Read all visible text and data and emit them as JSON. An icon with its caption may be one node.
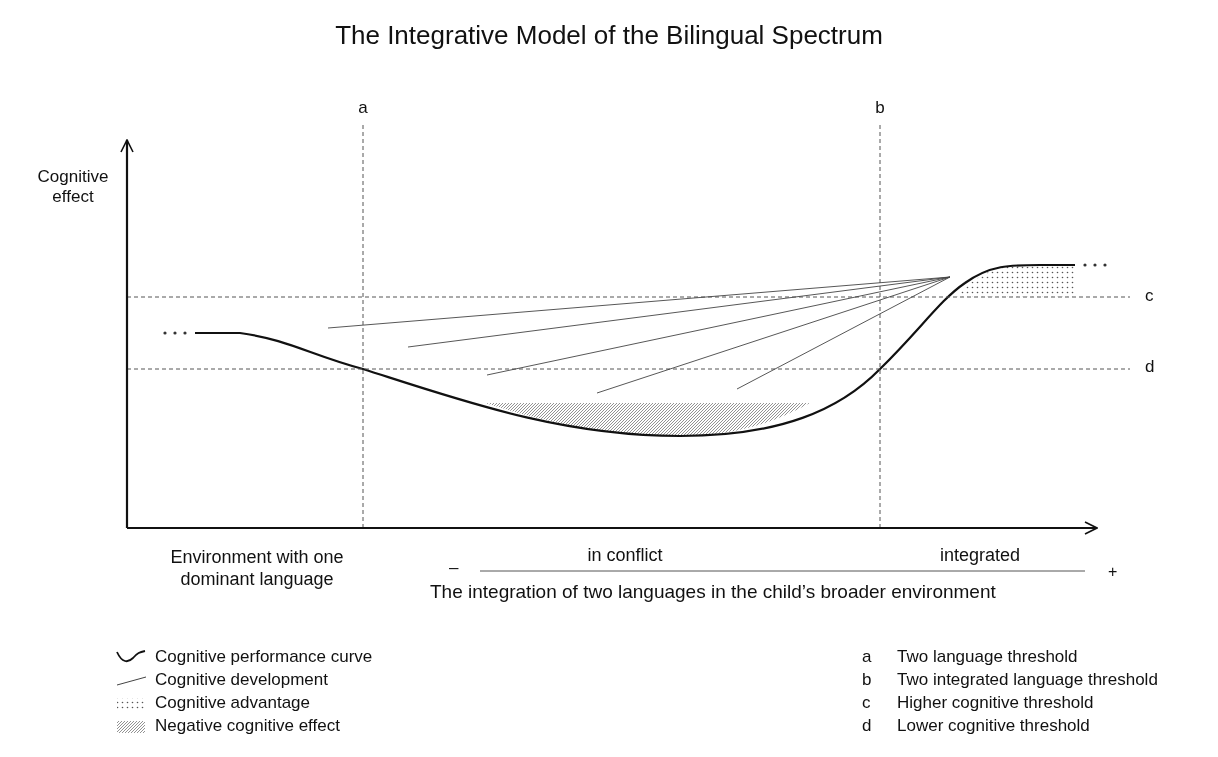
{
  "diagram": {
    "title": "The Integrative Model of the Bilingual Spectrum",
    "labels": [
      "a",
      "b",
      "Cognitive effect",
      "c",
      "d",
      "Environment with one dominant language",
      "in conflict",
      "integrated",
      "–",
      "+",
      "The integration of two languages in the child’s broader environment",
      "a",
      "Two language threshold",
      "b",
      "Two integrated language threshold",
      "c",
      "Higher cognitive threshold",
      "d",
      "Lower cognitive threshold"
    ],
    "legend": [
      {
        "text": "Cognitive performance curve"
      },
      {
        "text": "Cognitive development"
      },
      {
        "text": "Cognitive advantage"
      },
      {
        "text": "Negative cognitive effect"
      }
    ]
  }
}
